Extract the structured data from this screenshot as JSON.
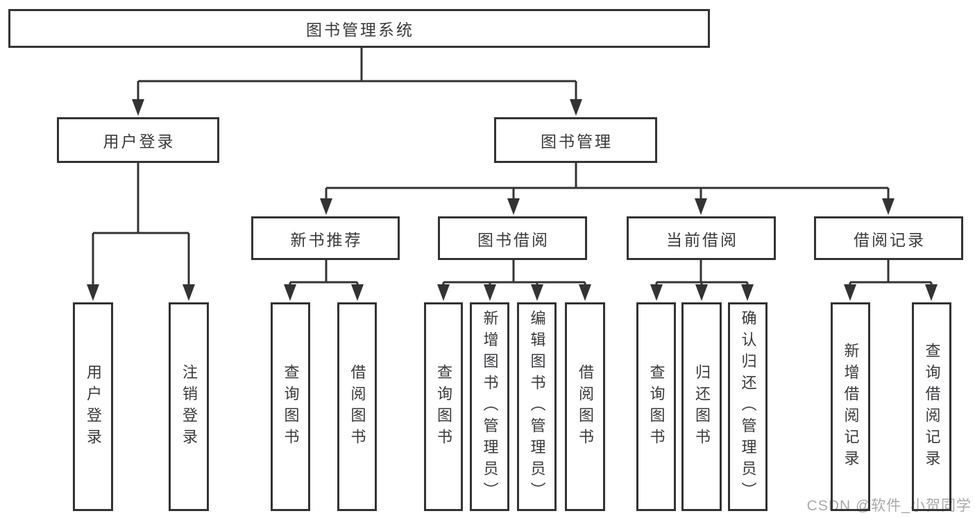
{
  "title": {
    "label": "图书管理系统"
  },
  "colors": {
    "stroke": "#333333",
    "text": "#3a3a3e",
    "watermark": "#a8a8ac",
    "background": "#ffffff"
  },
  "watermark": {
    "text": "CSDN @软件_小贺同学"
  },
  "nodes": {
    "level2": [
      {
        "label": "用户登录"
      },
      {
        "label": "图书管理"
      }
    ],
    "level3": [
      {
        "label": "新书推荐",
        "parent": "图书管理"
      },
      {
        "label": "图书借阅",
        "parent": "图书管理"
      },
      {
        "label": "当前借阅",
        "parent": "图书管理"
      },
      {
        "label": "借阅记录",
        "parent": "图书管理"
      }
    ],
    "level4": [
      {
        "label": "用户登录",
        "parent": "用户登录"
      },
      {
        "label": "注销登录",
        "parent": "用户登录"
      },
      {
        "label": "查询图书",
        "parent": "新书推荐"
      },
      {
        "label": "借阅图书",
        "parent": "新书推荐"
      },
      {
        "label": "查询图书",
        "parent": "图书借阅"
      },
      {
        "label": "新增图书（管理员）",
        "parent": "图书借阅"
      },
      {
        "label": "编辑图书（管理员）",
        "parent": "图书借阅"
      },
      {
        "label": "借阅图书",
        "parent": "图书借阅"
      },
      {
        "label": "查询图书",
        "parent": "当前借阅"
      },
      {
        "label": "归还图书",
        "parent": "当前借阅"
      },
      {
        "label": "确认归还（管理员）",
        "parent": "当前借阅"
      },
      {
        "label": "新增借阅记录",
        "parent": "借阅记录"
      },
      {
        "label": "查询借阅记录",
        "parent": "借阅记录"
      }
    ]
  }
}
